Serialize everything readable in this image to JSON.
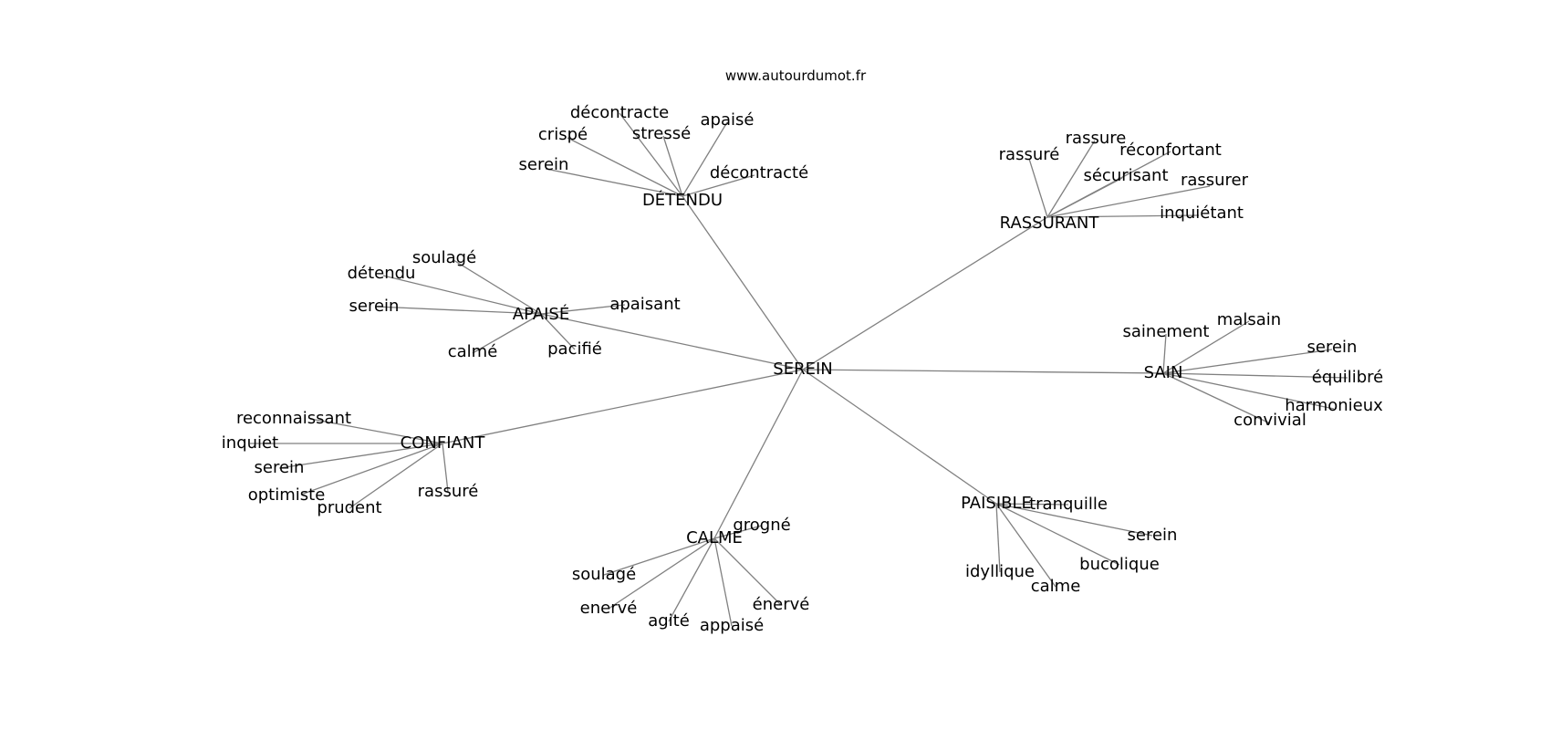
{
  "watermark": "www.autourdumot.fr",
  "center": "SEREIN",
  "clusters": [
    {
      "hub": "DÉTENDU",
      "leaves": [
        "décontracte",
        "crispé",
        "stressé",
        "apaisé",
        "serein",
        "décontracté"
      ]
    },
    {
      "hub": "RASSURANT",
      "leaves": [
        "rassuré",
        "rassure",
        "réconfortant",
        "sécurisant",
        "rassurer",
        "inquiétant"
      ]
    },
    {
      "hub": "APAISÉ",
      "leaves": [
        "soulagé",
        "détendu",
        "serein",
        "apaisant",
        "calmé",
        "pacifié"
      ]
    },
    {
      "hub": "SAIN",
      "leaves": [
        "sainement",
        "malsain",
        "serein",
        "équilibré",
        "harmonieux",
        "convivial"
      ]
    },
    {
      "hub": "CONFIANT",
      "leaves": [
        "reconnaissant",
        "inquiet",
        "serein",
        "optimiste",
        "prudent",
        "rassuré"
      ]
    },
    {
      "hub": "PAISIBLE",
      "leaves": [
        "tranquille",
        "serein",
        "idyllique",
        "bucolique",
        "calme"
      ]
    },
    {
      "hub": "CALME",
      "leaves": [
        "grogné",
        "soulagé",
        "enervé",
        "énervé",
        "agité",
        "appaisé"
      ]
    }
  ]
}
